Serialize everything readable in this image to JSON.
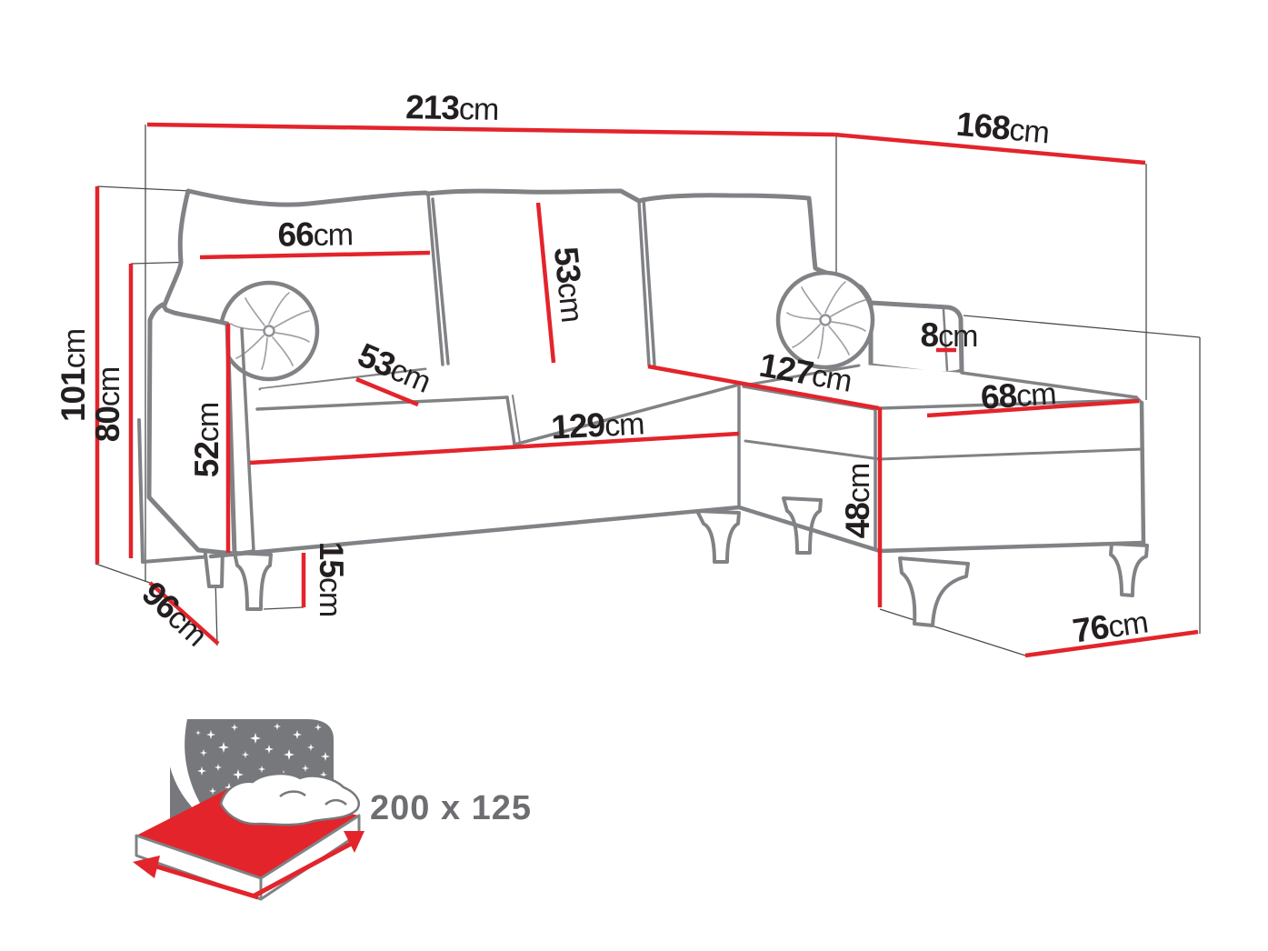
{
  "diagram": {
    "title": "corner-sofa-dimension-diagram",
    "colors": {
      "dimension_red": "#e3242b",
      "sofa_outline_gray": "#808285",
      "label_black": "#231f20",
      "gray_text": "#6d6e71",
      "icon_gray": "#77787b"
    }
  },
  "dims": {
    "total_width": {
      "value": "213",
      "unit": "cm"
    },
    "total_depth": {
      "value": "168",
      "unit": "cm"
    },
    "total_height": {
      "value": "101",
      "unit": "cm"
    },
    "back_height": {
      "value": "80",
      "unit": "cm"
    },
    "back_cushion_width": {
      "value": "66",
      "unit": "cm"
    },
    "back_cushion_height": {
      "value": "53",
      "unit": "cm"
    },
    "seat_depth": {
      "value": "53",
      "unit": "cm"
    },
    "armrest_height": {
      "value": "52",
      "unit": "cm"
    },
    "seat_width": {
      "value": "129",
      "unit": "cm"
    },
    "chaise_length": {
      "value": "127",
      "unit": "cm"
    },
    "chaise_width": {
      "value": "68",
      "unit": "cm"
    },
    "seat_height": {
      "value": "48",
      "unit": "cm"
    },
    "leg_height": {
      "value": "15",
      "unit": "cm"
    },
    "armrest_pad": {
      "value": "8",
      "unit": "cm"
    },
    "side_depth": {
      "value": "96",
      "unit": "cm"
    },
    "chaise_end_width": {
      "value": "76",
      "unit": "cm"
    }
  },
  "sleeping_area": {
    "label": "200 x 125"
  }
}
